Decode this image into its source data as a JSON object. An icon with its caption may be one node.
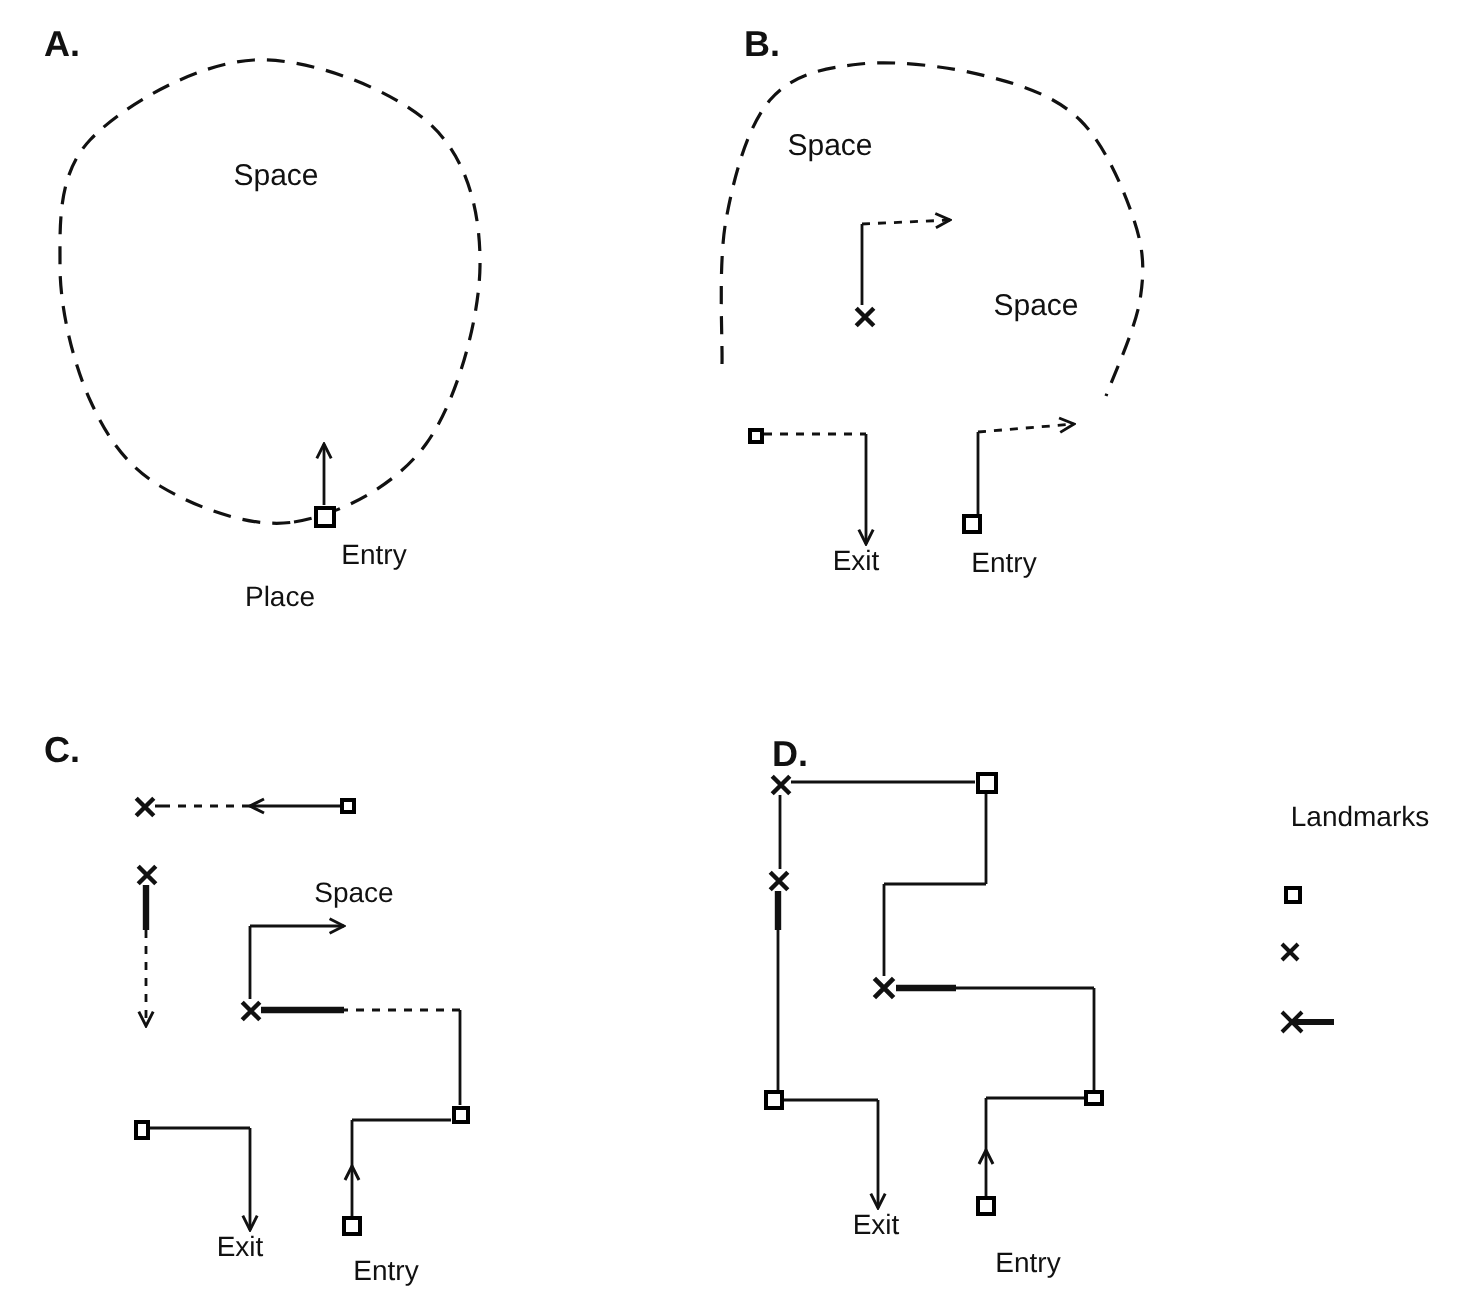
{
  "diagram": {
    "nodes": [
      {
        "text": [
          "Space"
        ]
      },
      {
        "text": [],
        "shape": "box",
        "beside": [
          "Entry"
        ]
      },
      {
        "text": [
          "Space",
          "Space"
        ]
      },
      {
        "text": [],
        "shape": "cross",
        "in": 2
      },
      {
        "text": [],
        "shape": "box"
      },
      {
        "text": [
          "Exit"
        ]
      },
      {
        "text": [],
        "shape": "box",
        "beside": [
          "Entry"
        ]
      },
      {
        "text": [],
        "shape": "cross"
      },
      {
        "text": [],
        "shape": "box"
      },
      {
        "text": [],
        "shape": "cross"
      },
      {
        "text": [],
        "shape": "cross"
      },
      {
        "text": [],
        "shape": "box"
      },
      {
        "text": [],
        "shape": "box"
      },
      {
        "text": [
          "Exit"
        ]
      },
      {
        "text": [],
        "shape": "box",
        "beside": [
          "Entry"
        ]
      },
      {
        "text": [],
        "shape": "cross"
      },
      {
        "text": [],
        "shape": "box"
      },
      {
        "text": [],
        "shape": "cross"
      },
      {
        "text": [],
        "shape": "cross"
      },
      {
        "text": [],
        "shape": "box"
      },
      {
        "text": [],
        "shape": "box"
      },
      {
        "text": [
          "Exit"
        ]
      },
      {
        "text": [],
        "shape": "box",
        "beside": [
          "Entry"
        ]
      },
      {
        "text": [
          "Space"
        ]
      }
    ],
    "edges": [
      {
        "from": 1,
        "to": 0,
        "arrow": "to"
      },
      {
        "from": 3,
        "to": null,
        "arrow": "to",
        "style": "dashed"
      },
      {
        "from": 4,
        "to": 5,
        "arrow": "to",
        "style": "dashed"
      },
      {
        "from": 6,
        "to": 2,
        "arrow": "to",
        "style": "dashed"
      },
      {
        "from": 8,
        "to": 7,
        "arrow": "to",
        "style": "dashed"
      },
      {
        "from": 9,
        "to": null,
        "arrow": "to",
        "style": "dashed"
      },
      {
        "from": 10,
        "to": 23,
        "arrow": "to"
      },
      {
        "from": 11,
        "to": 10,
        "arrow": "none",
        "style": "dashed"
      },
      {
        "from": 14,
        "to": 11,
        "arrow": "to"
      },
      {
        "from": 12,
        "to": 13,
        "arrow": "to"
      },
      {
        "from": 22,
        "to": 20,
        "arrow": "to"
      },
      {
        "from": 20,
        "to": 18,
        "arrow": "none"
      },
      {
        "from": 18,
        "to": 16,
        "arrow": "none"
      },
      {
        "from": 16,
        "to": 15,
        "arrow": "none"
      },
      {
        "from": 15,
        "to": 17,
        "arrow": "none"
      },
      {
        "from": 17,
        "to": 19,
        "arrow": "none"
      },
      {
        "from": 19,
        "to": 21,
        "arrow": "to"
      }
    ],
    "labels": [
      "A.",
      "B.",
      "Place",
      "C.",
      "D.",
      "Landmarks"
    ]
  }
}
